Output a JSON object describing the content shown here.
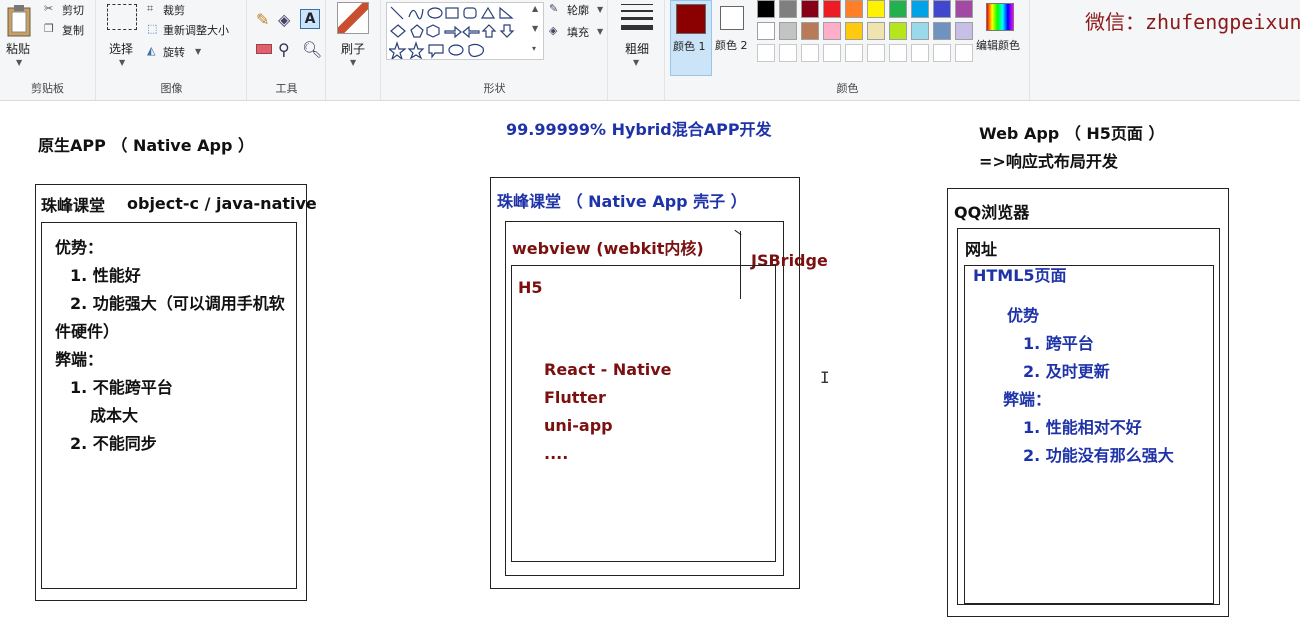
{
  "ribbon": {
    "clipboard": {
      "paste": "粘贴",
      "cut": "剪切",
      "copy": "复制",
      "label": "剪贴板"
    },
    "image": {
      "select": "选择",
      "crop": "裁剪",
      "resize": "重新调整大小",
      "rotate": "旋转",
      "label": "图像"
    },
    "tools": {
      "label": "工具"
    },
    "brush": {
      "label": "刷子"
    },
    "shapes": {
      "outline": "轮廓",
      "fill": "填充",
      "label": "形状"
    },
    "size": {
      "label": "粗细"
    },
    "colors": {
      "color1": "颜色 1",
      "color2": "颜色 2",
      "edit": "编辑颜色",
      "label": "颜色",
      "color1_value": "#8b0000",
      "palette_row1": [
        "#000000",
        "#7f7f7f",
        "#880015",
        "#ed1c24",
        "#ff7f27",
        "#fff200",
        "#22b14c",
        "#00a2e8",
        "#3f48cc",
        "#a349a4"
      ],
      "palette_row2": [
        "#ffffff",
        "#c3c3c3",
        "#b97a57",
        "#ffaec9",
        "#ffc90e",
        "#efe4b0",
        "#b5e61d",
        "#99d9ea",
        "#7092be",
        "#c8bfe7"
      ]
    }
  },
  "watermark": "微信：zhufengpeixunj",
  "canvas": {
    "native": {
      "heading": "原生APP （ Native App ）",
      "box_title": "珠峰课堂",
      "box_tech": "object-c / java-native",
      "lines": [
        "优势：",
        "1. 性能好",
        "2. 功能强大（可以调用手机软",
        "件硬件）",
        "弊端：",
        "1. 不能跨平台",
        "成本大",
        "2. 不能同步"
      ]
    },
    "hybrid": {
      "heading": "99.99999%  Hybrid混合APP开发",
      "box_title": "珠峰课堂 （ Native App  壳子 ）",
      "webview": "webview    (webkit内核)",
      "jsbridge": "JSBridge",
      "h5": "H5",
      "frameworks": [
        "React - Native",
        "Flutter",
        "uni-app",
        "...."
      ]
    },
    "webapp": {
      "heading": "Web App （ H5页面 ）",
      "subheading": "=>响应式布局开发",
      "box_title": "QQ浏览器",
      "address": "网址",
      "page_title": "HTML5页面",
      "pros_label": "优势",
      "pros": [
        "1. 跨平台",
        "2. 及时更新"
      ],
      "cons_label": "弊端：",
      "cons": [
        "1. 性能相对不好",
        "2. 功能没有那么强大"
      ]
    }
  }
}
